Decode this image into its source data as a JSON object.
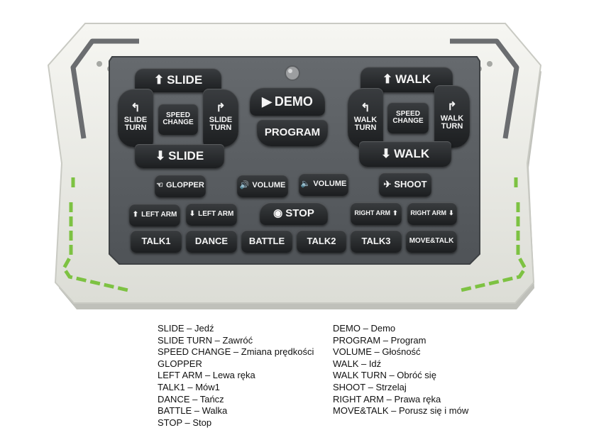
{
  "remote": {
    "buttons": {
      "slide_up": "SLIDE",
      "slide_down": "SLIDE",
      "slide_turn_left": "SLIDE TURN",
      "slide_turn_right": "SLIDE TURN",
      "speed_change_left": "SPEED CHANGE",
      "speed_change_right": "SPEED CHANGE",
      "demo": "DEMO",
      "program": "PROGRAM",
      "walk_up": "WALK",
      "walk_down": "WALK",
      "walk_turn_left": "WALK TURN",
      "walk_turn_right": "WALK TURN",
      "glopper": "GLOPPER",
      "volume_up": "VOLUME",
      "volume_down": "VOLUME",
      "shoot": "SHOOT",
      "left_arm_up": "LEFT ARM",
      "left_arm_down": "LEFT ARM",
      "stop": "STOP",
      "right_arm_up": "RIGHT ARM",
      "right_arm_down": "RIGHT ARM",
      "talk1": "TALK1",
      "dance": "DANCE",
      "battle": "BATTLE",
      "talk2": "TALK2",
      "talk3": "TALK3",
      "move_talk": "MOVE&TALK"
    },
    "colors": {
      "body": "#ecede6",
      "panel": "#5b5f63",
      "button": "#232527",
      "accent": "#7dc242",
      "trim": "#6b6d70"
    }
  },
  "legend": {
    "left": [
      "SLIDE – Jedź",
      "SLIDE TURN – Zawróć",
      "SPEED CHANGE – Zmiana prędkości",
      "GLOPPER",
      "LEFT ARM – Lewa ręka",
      "TALK1 – Mów1",
      "DANCE – Tańcz",
      "BATTLE – Walka",
      "STOP – Stop"
    ],
    "right": [
      "DEMO – Demo",
      "PROGRAM – Program",
      "VOLUME – Głośność",
      "WALK – Idź",
      "WALK TURN – Obróć się",
      "SHOOT – Strzelaj",
      "RIGHT ARM – Prawa ręka",
      "MOVE&TALK – Porusz się i mów"
    ]
  }
}
